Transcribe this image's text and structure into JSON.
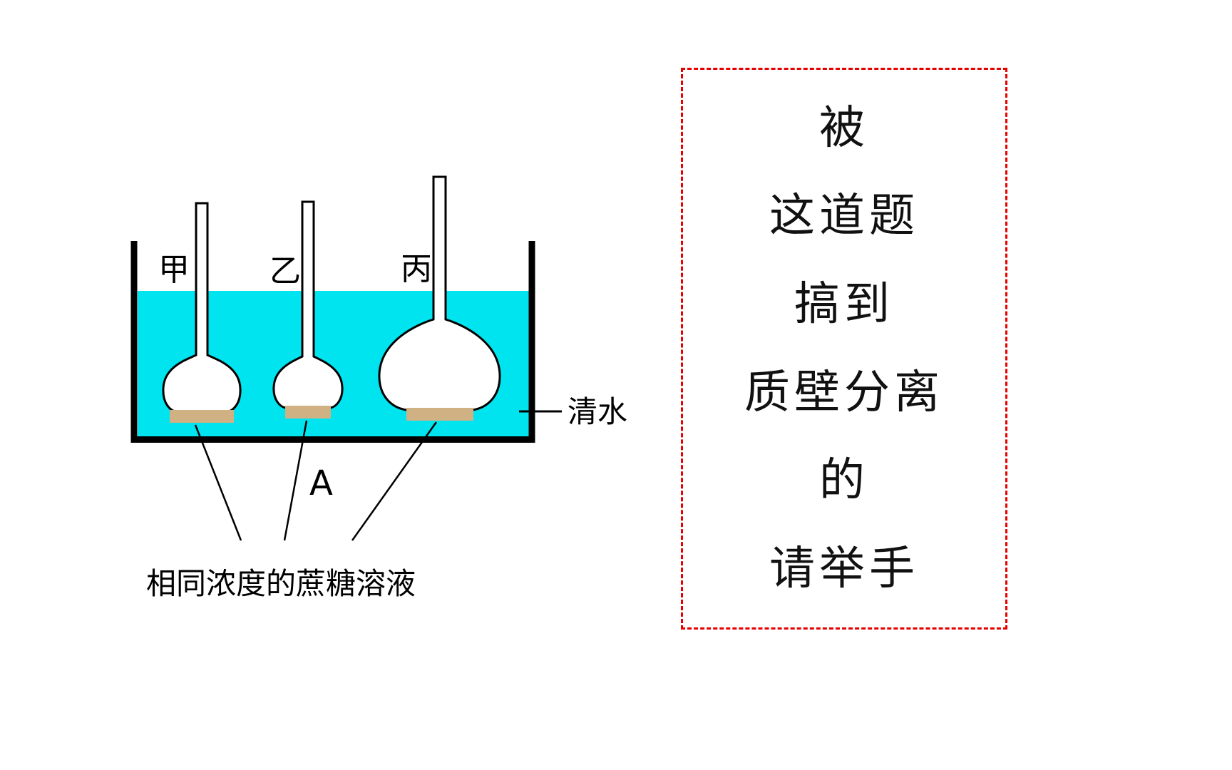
{
  "diagram": {
    "funnel_labels": {
      "jia": "甲",
      "yi": "乙",
      "bing": "丙"
    },
    "beaker_label": "A",
    "water_label": "清水",
    "solution_label": "相同浓度的蔗糖溶液",
    "colors": {
      "water": "#00e4f0",
      "membrane": "#d0b184",
      "outline": "#000000"
    }
  },
  "joke_box": {
    "border_color": "#e60000",
    "lines": [
      "被",
      "这道题",
      "搞到",
      "质壁分离",
      "的",
      "请举手"
    ]
  }
}
